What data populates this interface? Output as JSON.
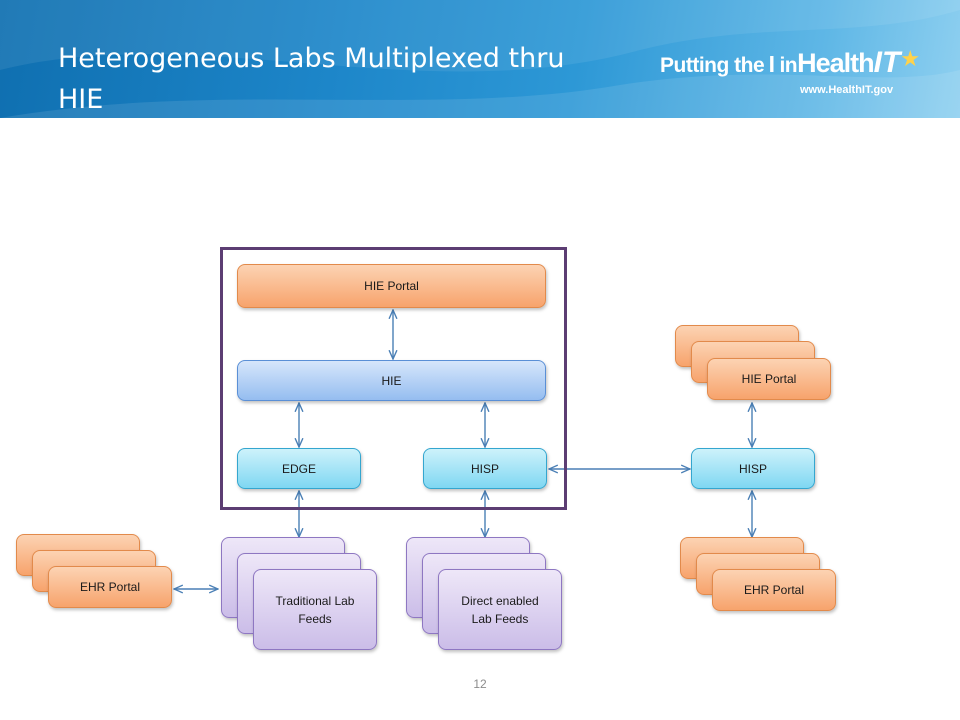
{
  "header": {
    "title": "Heterogeneous  Labs Multiplexed thru HIE",
    "logo": {
      "putting": "Putting the",
      "i": "I",
      "in": "in",
      "health": "Health",
      "it": "IT",
      "url": "www.HealthIT.gov"
    }
  },
  "diagram": {
    "hie_portal": "HIE Portal",
    "hie": "HIE",
    "edge": "EDGE",
    "hisp_center": "HISP",
    "hisp_right": "HISP",
    "hie_portal_right": "HIE Portal",
    "ehr_portal_left": "EHR Portal",
    "ehr_portal_right": "EHR Portal",
    "traditional_feeds": "Traditional Lab Feeds",
    "direct_feeds": "Direct enabled Lab Feeds"
  },
  "colors": {
    "frame": "#5c3d73",
    "orange_box": "#f7a36c",
    "blue_box": "#95bdf0",
    "cyan_box": "#7fd7f2",
    "purple_box": "#cbbde8",
    "arrow": "#4a7fb5",
    "banner": "#1d86c9"
  },
  "footer": {
    "page_number": "12"
  }
}
